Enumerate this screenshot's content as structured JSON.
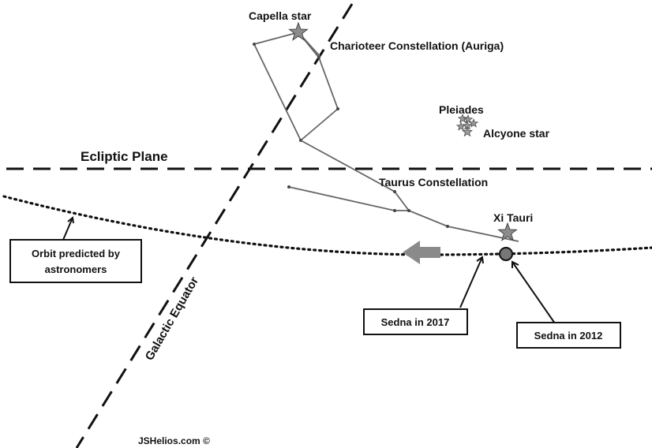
{
  "labels": {
    "capella": "Capella star",
    "auriga": "Charioteer Constellation (Auriga)",
    "pleiades": "Pleiades",
    "alcyone": "Alcyone star",
    "ecliptic": "Ecliptic Plane",
    "taurus": "Taurus Constellation",
    "xi_tauri": "Xi Tauri",
    "galactic": "Galactic Equator",
    "copyright": "JSHelios.com ©"
  },
  "boxes": {
    "orbit_line1": "Orbit predicted by",
    "orbit_line2": "astronomers",
    "sedna2017": "Sedna in 2017",
    "sedna2012": "Sedna in 2012"
  },
  "colors": {
    "line": "#111111",
    "constellation": "#666666",
    "star_fill": "#8c8c8c",
    "arrow_fill": "#8a8a8a",
    "sedna_fill": "#777777"
  }
}
